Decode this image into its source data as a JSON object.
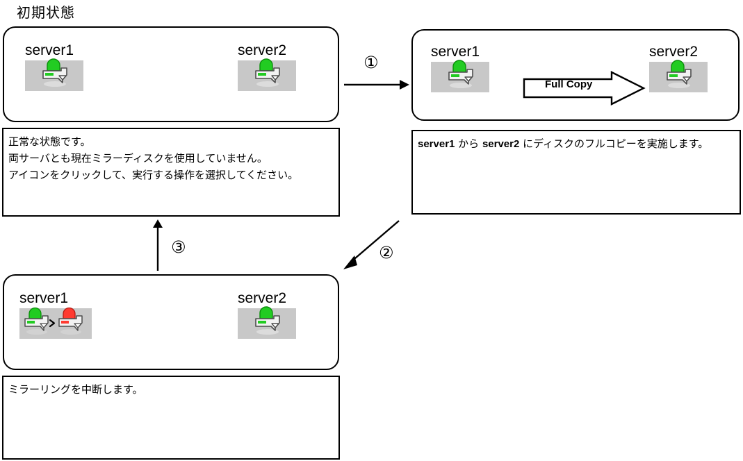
{
  "title": "初期状態",
  "panels": {
    "initial": {
      "name": "initial-state-panel",
      "servers": [
        {
          "label": "server1",
          "icon": "mirror-disk-green-icon",
          "state": "normal"
        },
        {
          "label": "server2",
          "icon": "mirror-disk-green-icon",
          "state": "normal"
        }
      ],
      "description": "正常な状態です。\n両サーバとも現在ミラーディスクを使用していません。\nアイコンをクリックして、実行する操作を選択してください。"
    },
    "fullcopy": {
      "name": "full-copy-panel",
      "servers": [
        {
          "label": "server1",
          "icon": "mirror-disk-green-icon",
          "state": "normal"
        },
        {
          "label": "server2",
          "icon": "mirror-disk-green-icon",
          "state": "normal"
        }
      ],
      "banner_label": "Full Copy",
      "description_parts": [
        {
          "text": "server1",
          "bold": true
        },
        {
          "text": " から ",
          "bold": false
        },
        {
          "text": "server2",
          "bold": true
        },
        {
          "text": " にディスクのフルコピーを実施します。",
          "bold": false
        }
      ],
      "description": "server1 から server2 にディスクのフルコピーを実施します。"
    },
    "suspend": {
      "name": "mirror-suspend-panel",
      "servers": [
        {
          "label": "server1",
          "icon": "mirror-disk-green-to-red-icon",
          "state": "suspending"
        },
        {
          "label": "server2",
          "icon": "mirror-disk-green-icon",
          "state": "normal"
        }
      ],
      "description": "ミラーリングを中断します。"
    }
  },
  "steps": [
    {
      "id": "step-1",
      "label": "①",
      "direction": "right"
    },
    {
      "id": "step-2",
      "label": "②",
      "direction": "down-left"
    },
    {
      "id": "step-3",
      "label": "③",
      "direction": "up"
    }
  ],
  "colors": {
    "stroke": "#000000",
    "icon_tile_background": "#c8c8c8",
    "status_normal": "#22cc22",
    "status_error": "#ff3a30",
    "disk_body": "#ffffff",
    "disk_outline": "#555555",
    "page_background": "#ffffff"
  }
}
